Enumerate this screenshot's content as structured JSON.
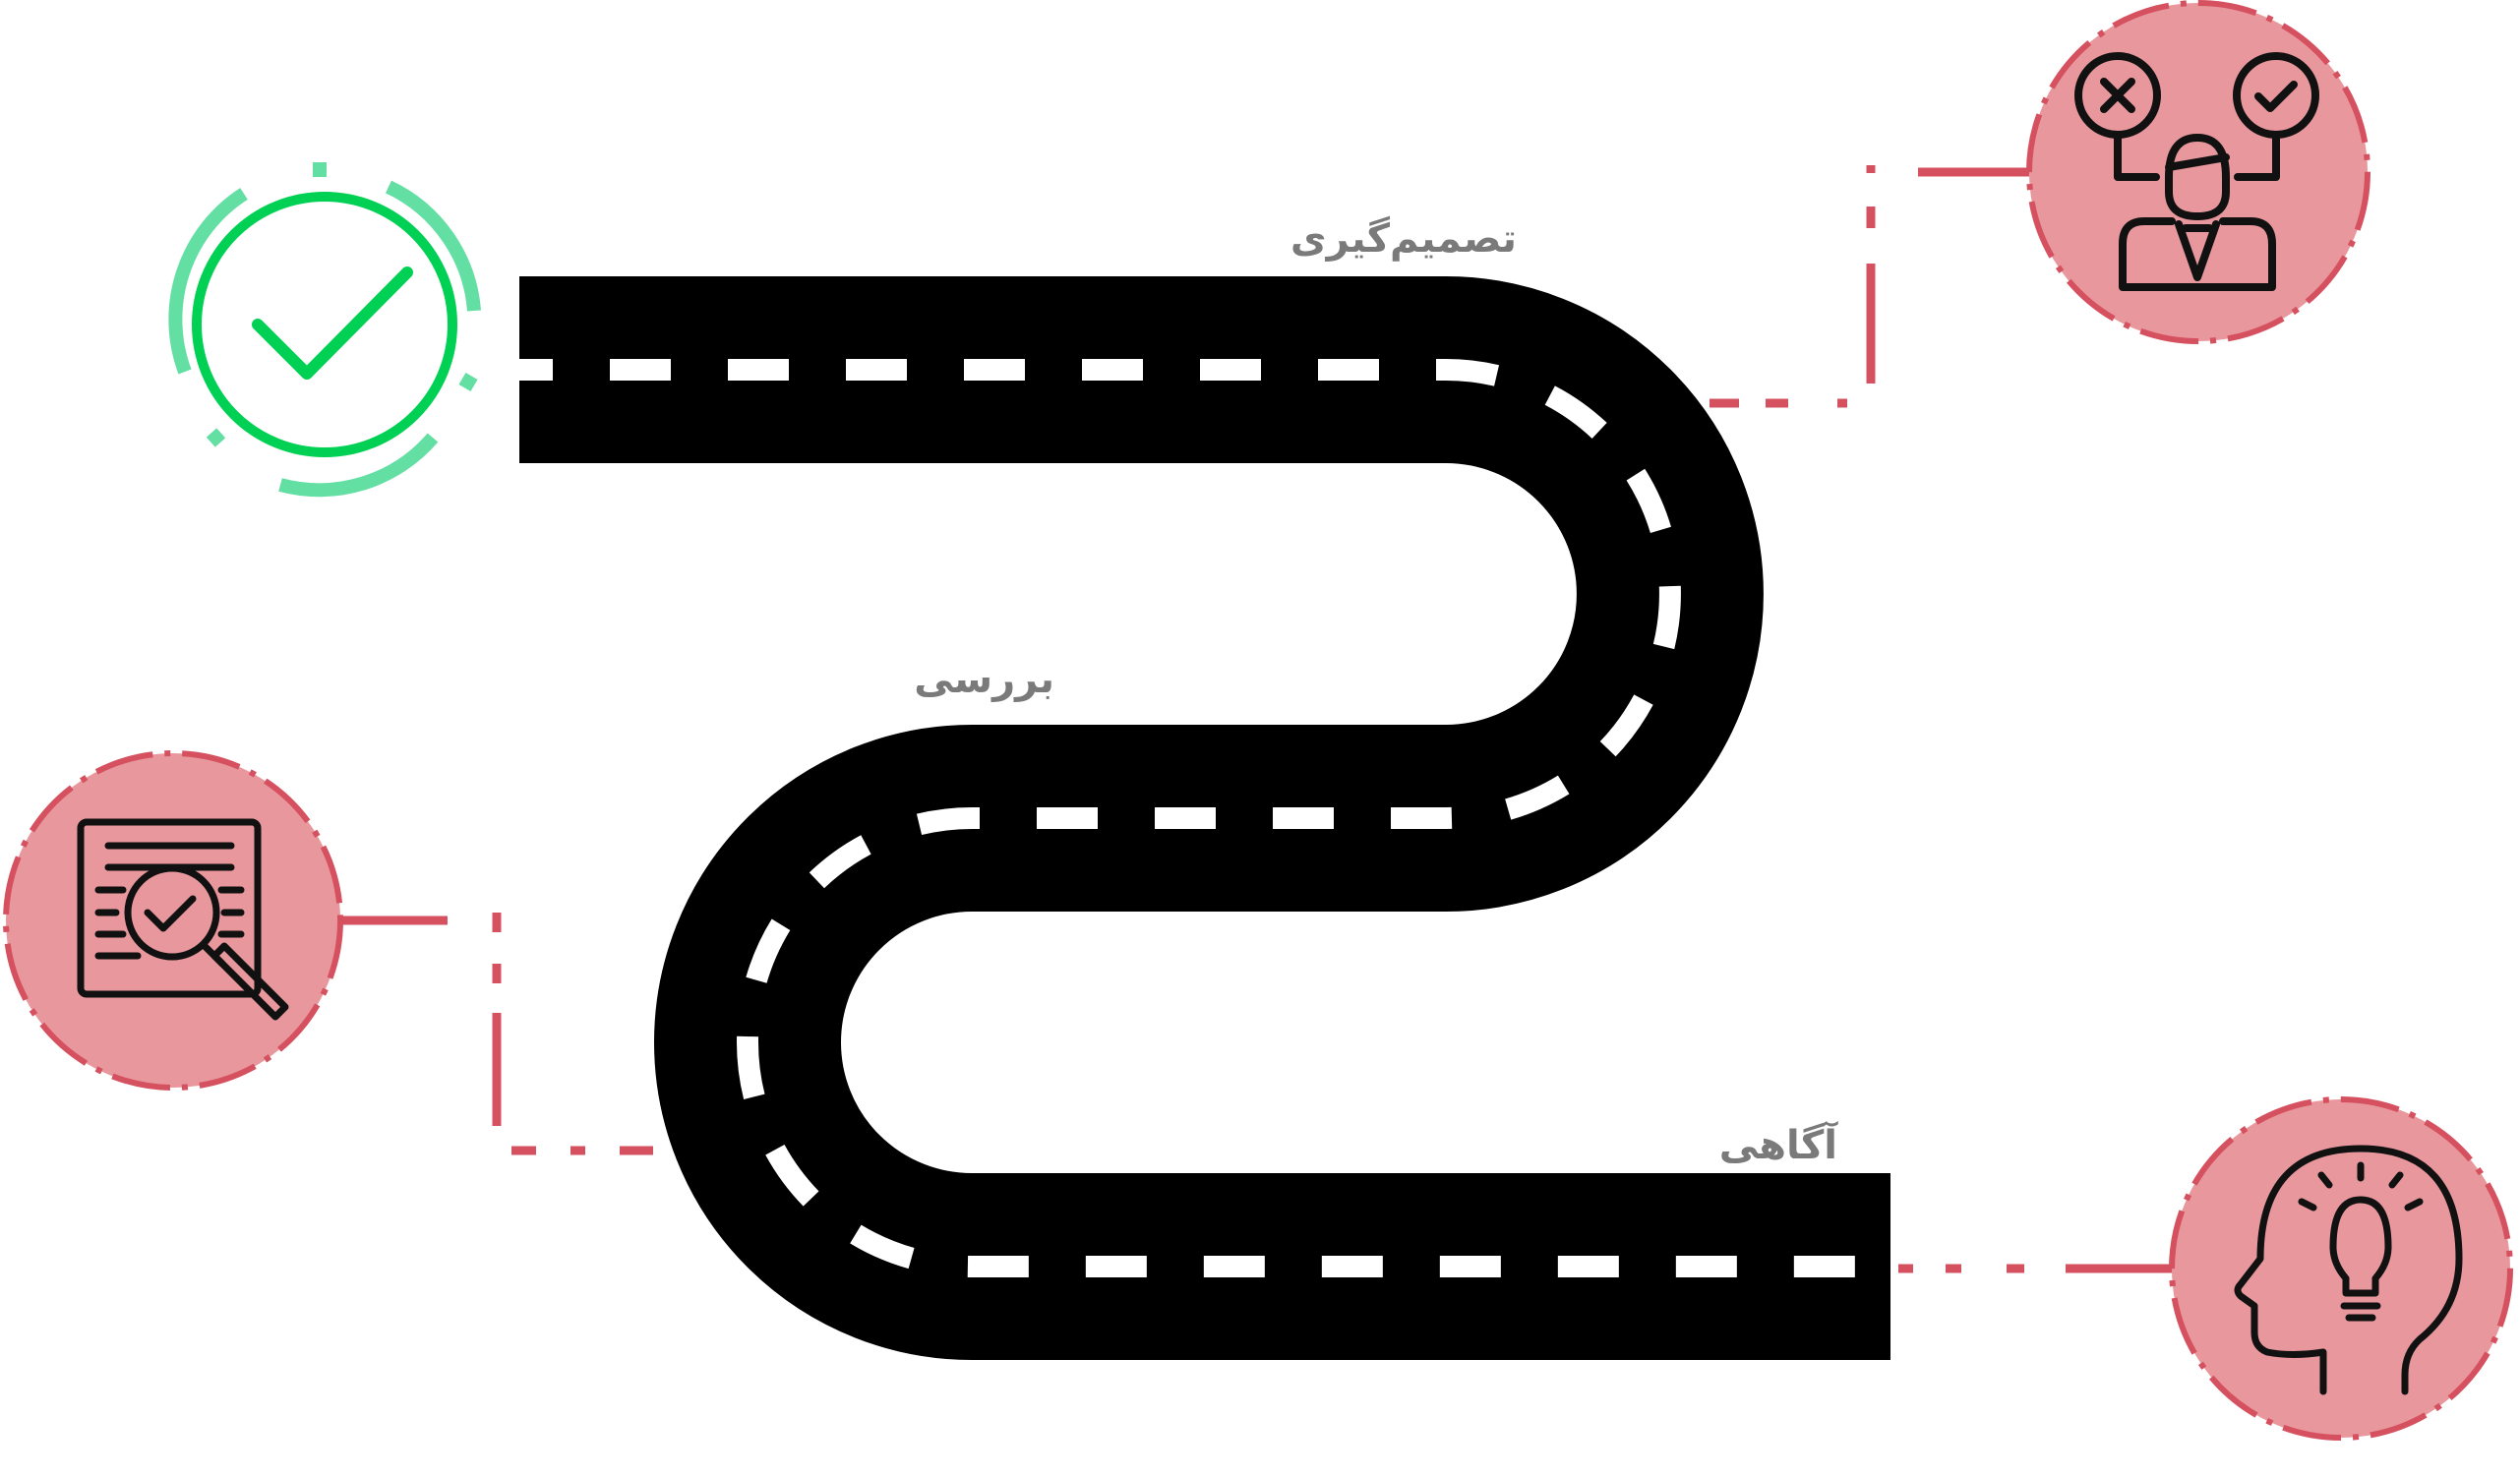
{
  "stages": {
    "decision": {
      "label": "تصمیم‌گیری",
      "icon": "decision-person-icon"
    },
    "review": {
      "label": "بررسی",
      "icon": "document-search-icon"
    },
    "awareness": {
      "label": "آگاهی",
      "icon": "head-lightbulb-icon"
    }
  },
  "finish": {
    "icon": "checkmark-circle-icon"
  },
  "colors": {
    "road": "#000000",
    "lane": "#ffffff",
    "node_fill": "#e8979c",
    "node_border": "#d55160",
    "connector": "#d55160",
    "check": "#00d054",
    "check_ring": "#63dfa3",
    "label": "#7a7a7a"
  }
}
